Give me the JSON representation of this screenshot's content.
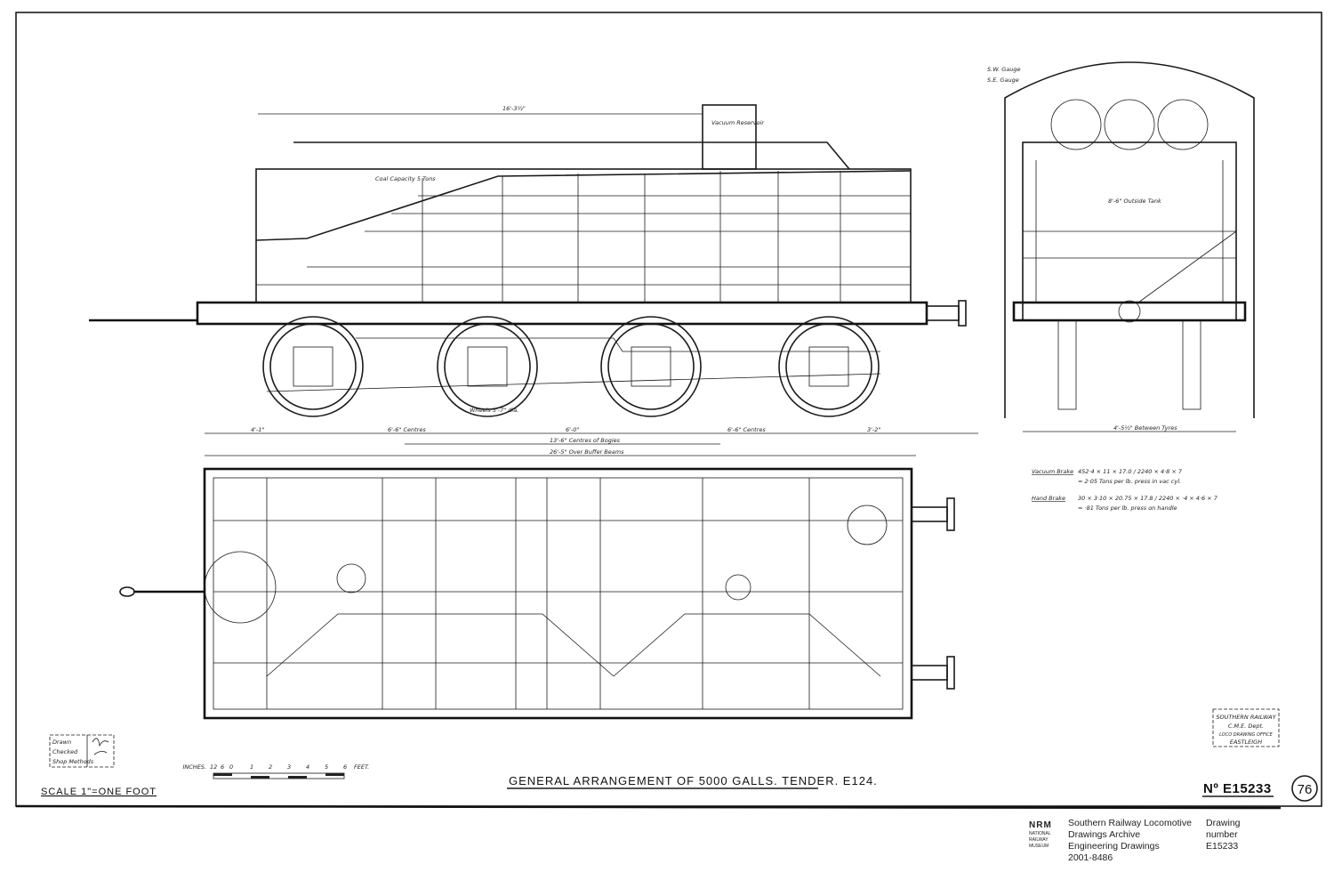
{
  "drawing": {
    "title": "GENERAL ARRANGEMENT OF 5000 GALLS. TENDER. E124.",
    "drawing_no": "Nº E15233",
    "sheet_circle": "76",
    "scale": "SCALE 1\"=ONE FOOT",
    "scale_bar": {
      "inches_label": "INCHES.",
      "ticks": [
        "12",
        "6",
        "0",
        "1",
        "2",
        "3",
        "4",
        "5",
        "6"
      ],
      "feet_label": "FEET."
    },
    "signoff_box": {
      "rows": [
        "Drawn",
        "Checked",
        "Shop Methods"
      ]
    },
    "office_stamp": {
      "lines": [
        "SOUTHERN RAILWAY",
        "C.M.E. Dept.",
        "LOCO DRAWING OFFICE",
        "EASTLEIGH"
      ]
    },
    "side_view_labels": {
      "coal_capacity": "Coal Capacity 5 Tons",
      "vacuum_reservoir": "Vacuum Reservoir",
      "wheels": "Wheels 5'-7\" dia.",
      "top_dim": "16'-3½\""
    },
    "dimensions": {
      "d1": "4'-1\"",
      "d2": "6'-6\" Centres",
      "d3": "6'-0\"",
      "d4": "6'-6\" Centres",
      "d5": "3'-2\"",
      "bogies": "13'-6\" Centres of Bogies",
      "overall": "26'-5\" Over Buffer Beams"
    },
    "end_view_labels": {
      "sw_gauge": "S.W. Gauge",
      "se_gauge": "S.E. Gauge",
      "outside_tank": "8'-6\" Outside Tank",
      "between_tyres": "4'-5½\" Between Tyres"
    },
    "brake_notes": {
      "vacuum_label": "Vacuum Brake",
      "vacuum_formula": "452·4 × 11 × 17.0 / 2240 × 4·8 × 7",
      "vacuum_result": "= 2·05 Tons per lb. press in vac cyl.",
      "hand_label": "Hand Brake",
      "hand_formula": "30 × 3·10 × 20.75 × 17.8 / 2240 × ·4 × 4·6 × 7",
      "hand_result": "= ·81 Tons per lb. press on handle"
    },
    "archive_caption": {
      "logo": "NRM",
      "logo_sub": [
        "NATIONAL",
        "RAILWAY",
        "MUSEUM"
      ],
      "collection": [
        "Southern Railway Locomotive",
        "Drawings Archive",
        "Engineering Drawings",
        "2001-8486"
      ],
      "number": [
        "Drawing",
        "number",
        "E15233"
      ]
    }
  }
}
